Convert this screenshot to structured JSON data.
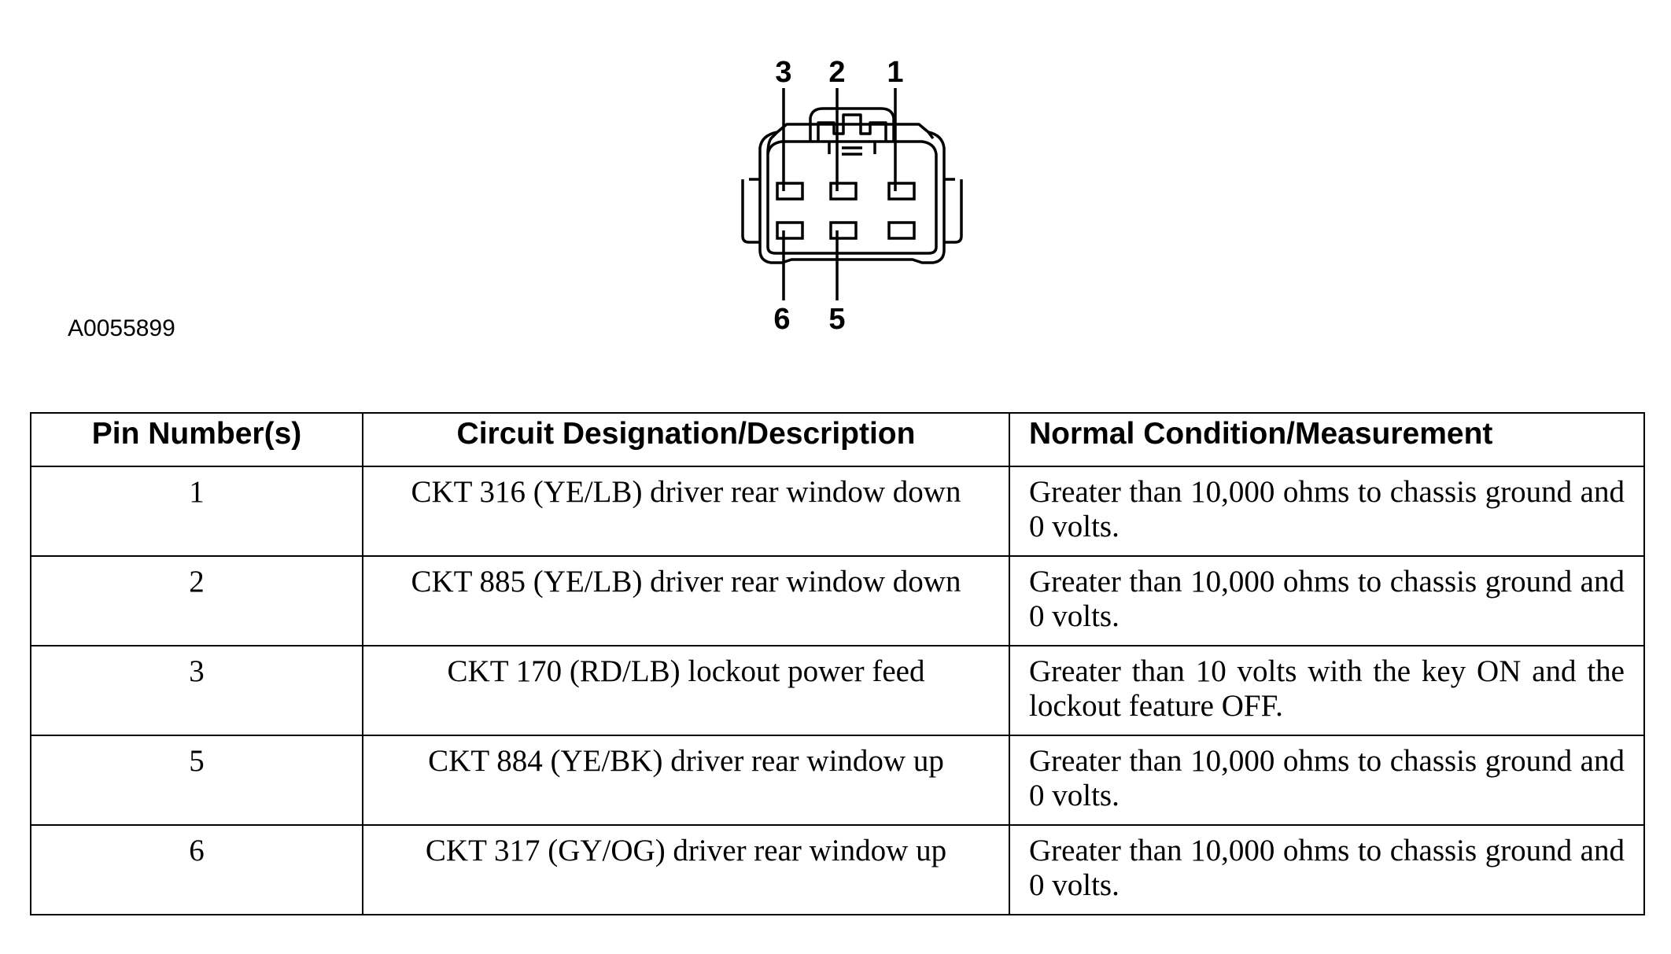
{
  "figure": {
    "id": "A0055899",
    "pin_labels_top": [
      "3",
      "2",
      "1"
    ],
    "pin_labels_bottom": [
      "6",
      "5"
    ]
  },
  "table": {
    "headers": [
      "Pin Number(s)",
      "Circuit Designation/Description",
      "Normal Condition/Measurement"
    ],
    "rows": [
      {
        "pin": "1",
        "circuit": "CKT 316 (YE/LB) driver rear window down",
        "measurement": "Greater than 10,000 ohms to chassis ground and 0 volts."
      },
      {
        "pin": "2",
        "circuit": "CKT 885 (YE/LB) driver rear window down",
        "measurement": "Greater than 10,000 ohms to chassis ground and 0 volts."
      },
      {
        "pin": "3",
        "circuit": "CKT 170 (RD/LB) lockout power feed",
        "measurement": "Greater than 10 volts with the key ON and the lockout feature OFF."
      },
      {
        "pin": "5",
        "circuit": "CKT 884 (YE/BK) driver rear window up",
        "measurement": "Greater than 10,000 ohms to chassis ground and 0 volts."
      },
      {
        "pin": "6",
        "circuit": "CKT 317 (GY/OG) driver rear window up",
        "measurement": "Greater than 10,000 ohms to chassis ground and 0 volts."
      }
    ]
  }
}
